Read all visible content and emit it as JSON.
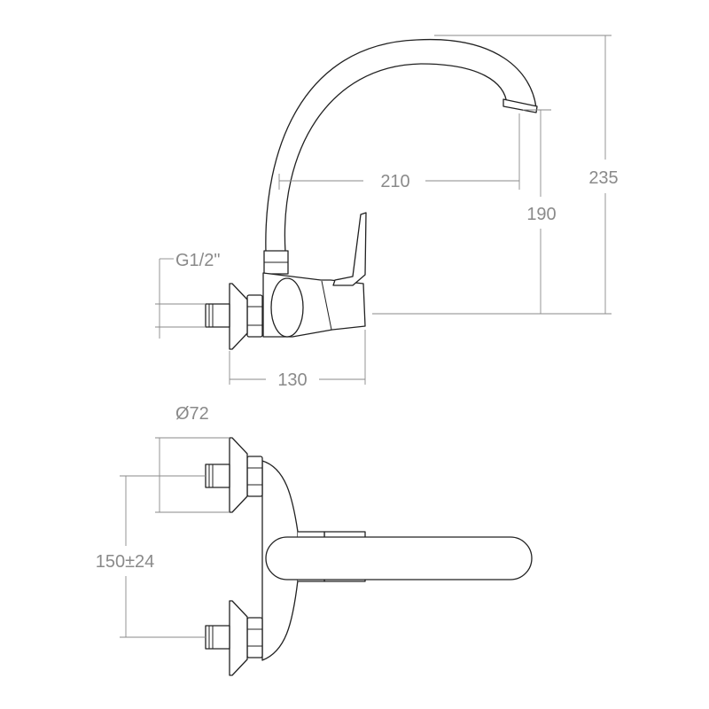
{
  "colors": {
    "outline": "#222222",
    "dimension": "#8a8a8a",
    "background": "#ffffff"
  },
  "side_view": {
    "thread_label": "G1/2\"",
    "width_label": "130",
    "reach_label": "210",
    "spout_height_label": "190",
    "total_height_label": "235"
  },
  "top_view": {
    "flange_label": "Ø72",
    "spacing_label": "150±24"
  }
}
